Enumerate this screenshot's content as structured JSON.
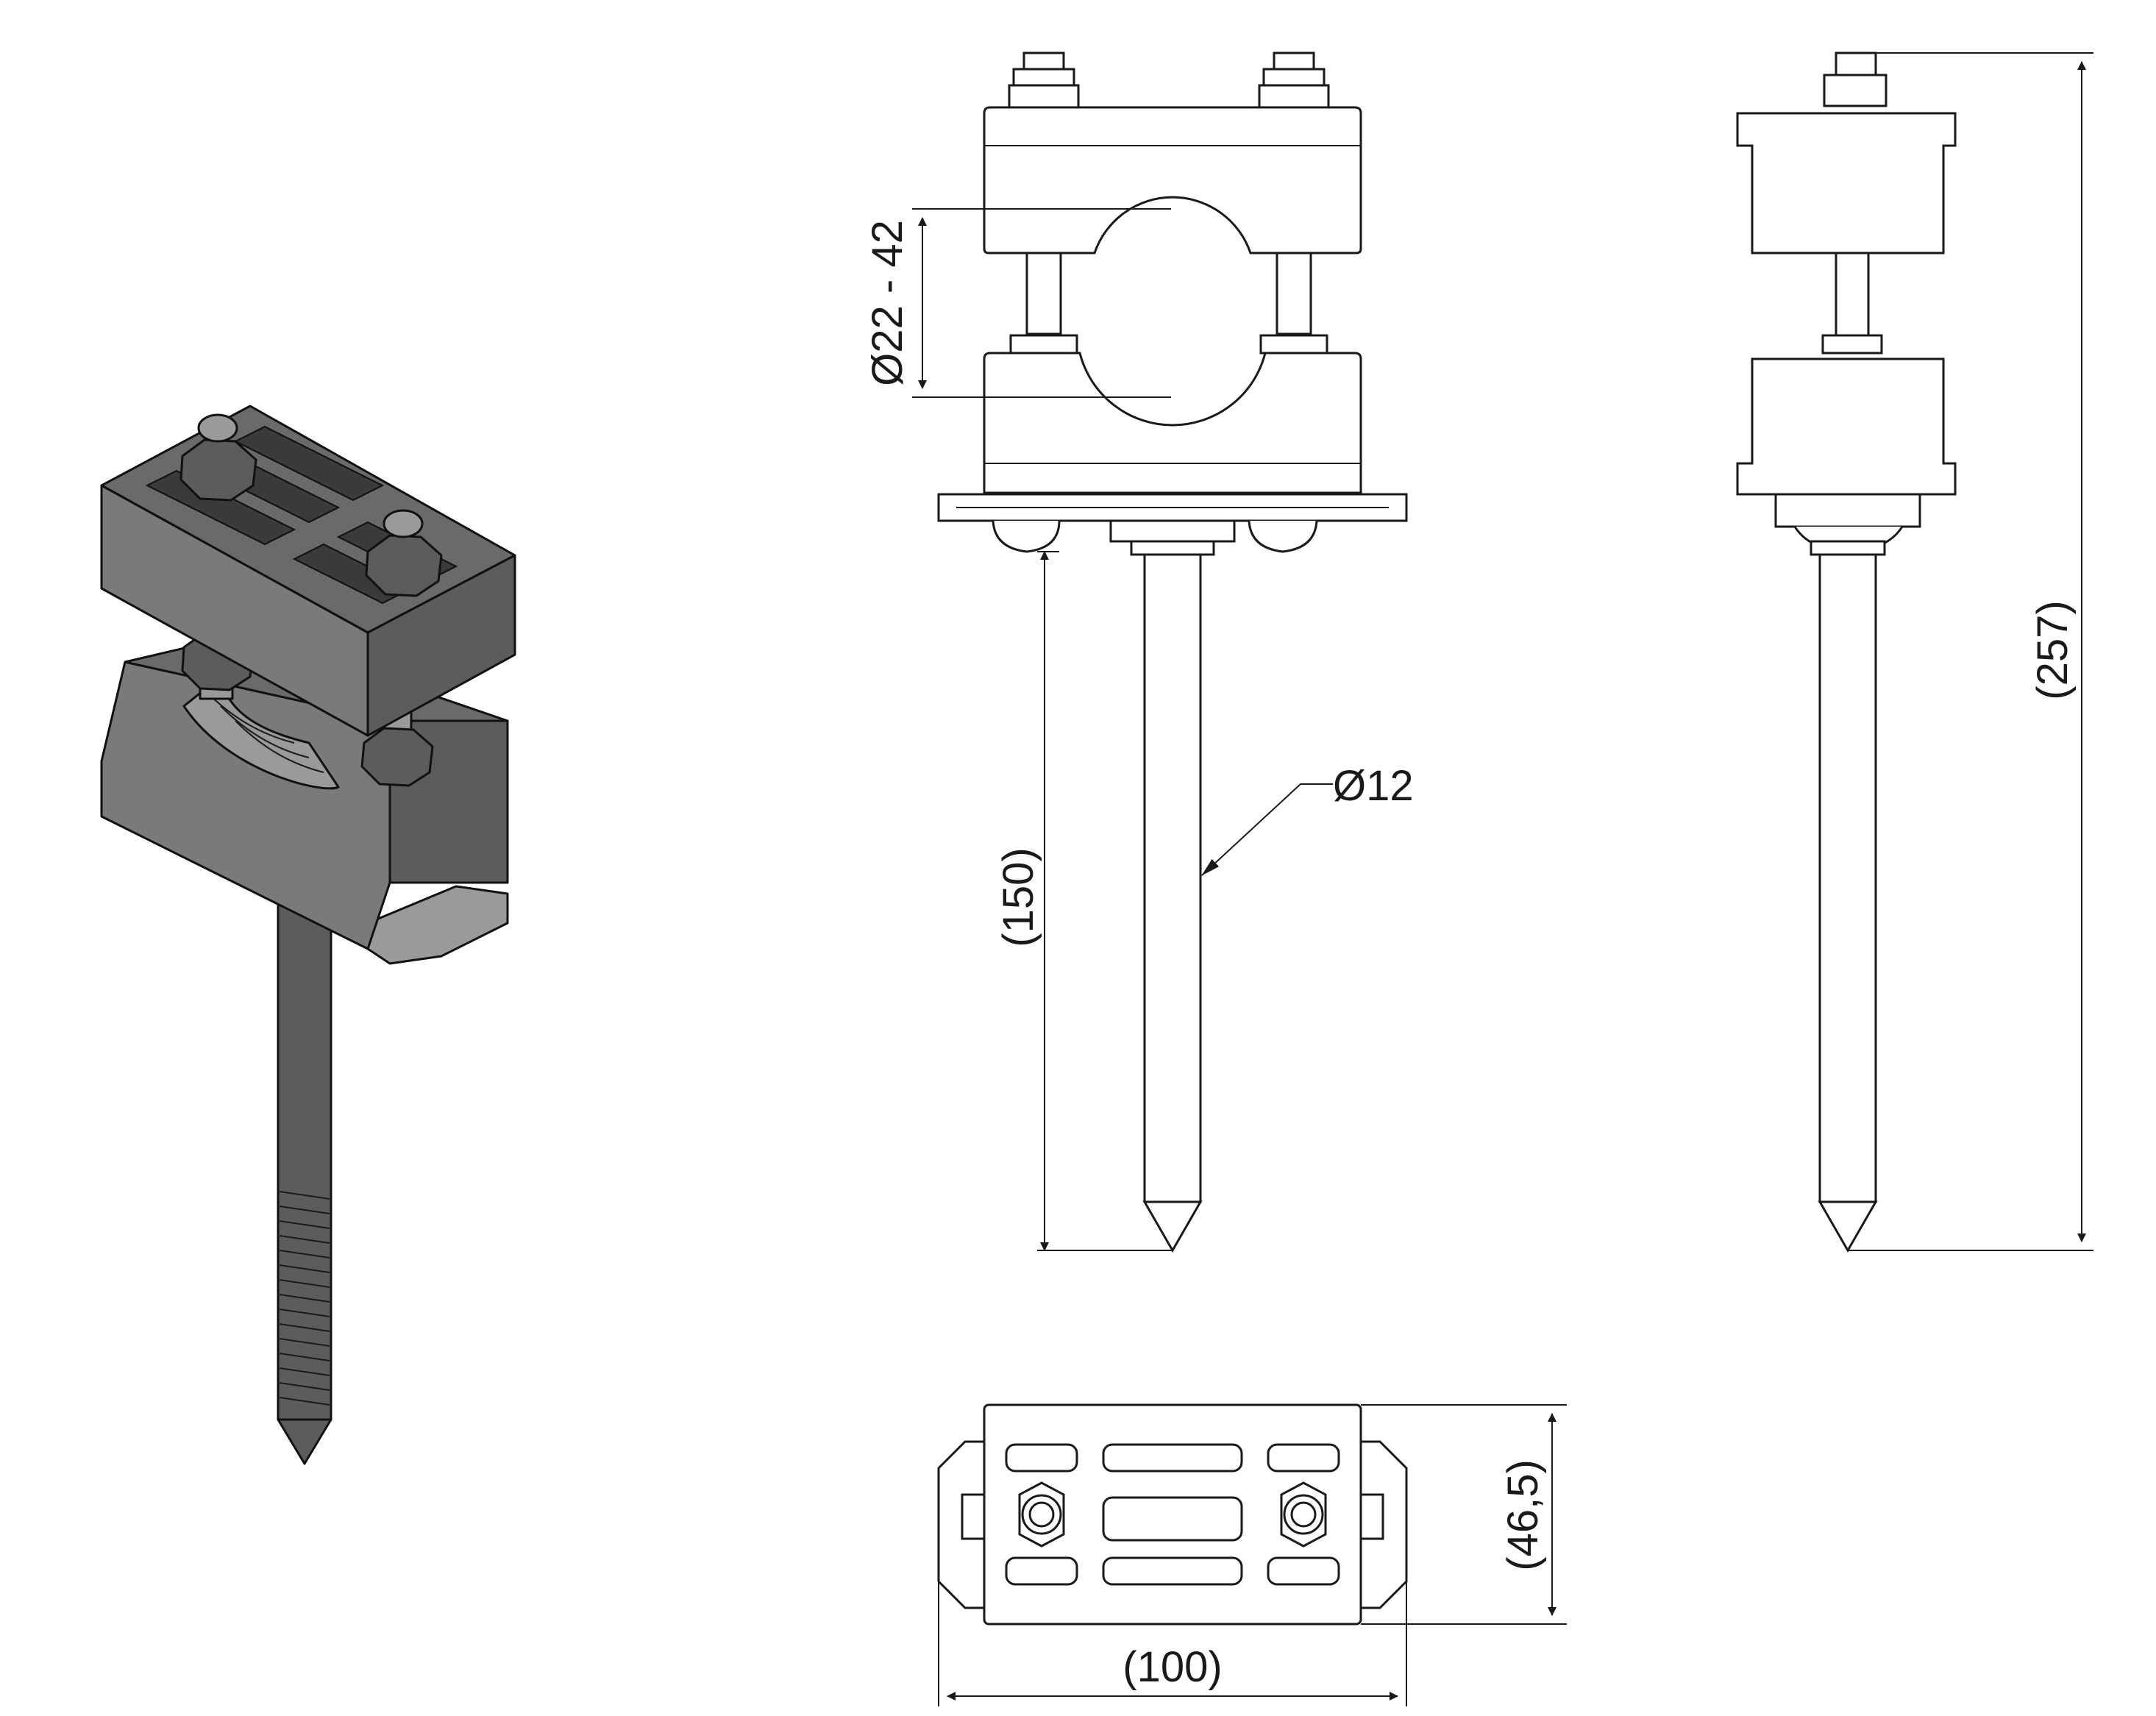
{
  "drawing": {
    "dimensions": {
      "clamp_range": "Ø22 - 42",
      "rod_diameter": "Ø12",
      "rod_length": "(150)",
      "total_height": "(257)",
      "width": "(100)",
      "depth": "(46,5)"
    }
  }
}
